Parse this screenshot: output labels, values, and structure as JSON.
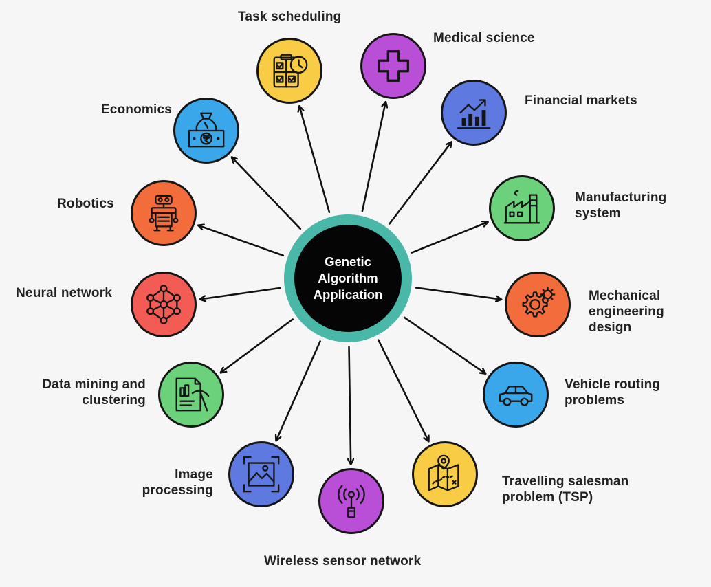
{
  "center": {
    "line1": "Genetic",
    "line2": "Algorithm",
    "line3": "Application"
  },
  "colors": {
    "hub_ring": "#49b8a8",
    "hub_fill": "#050505",
    "arrow": "#111111"
  },
  "applications": [
    {
      "label": "Task scheduling",
      "icon": "checklist-clock-icon",
      "color": "#f9cc45"
    },
    {
      "label": "Medical science",
      "icon": "medical-cross-icon",
      "color": "#b94fd6"
    },
    {
      "label": "Financial markets",
      "icon": "bar-chart-growth-icon",
      "color": "#5e79e0"
    },
    {
      "label": "Manufacturing system",
      "icon": "factory-icon",
      "color": "#6bd17b"
    },
    {
      "label": "Mechanical engineering design",
      "icon": "gear-icon",
      "color": "#f36c3b"
    },
    {
      "label": "Vehicle routing problems",
      "icon": "car-icon",
      "color": "#3aa7ea"
    },
    {
      "label": "Travelling salesman problem (TSP)",
      "icon": "map-route-icon",
      "color": "#f9cc45"
    },
    {
      "label": "Wireless sensor network",
      "icon": "wireless-sensor-icon",
      "color": "#b94fd6"
    },
    {
      "label": "Image processing",
      "icon": "image-frame-icon",
      "color": "#5e79e0"
    },
    {
      "label": "Data mining and clustering",
      "icon": "document-pickaxe-icon",
      "color": "#6bd17b"
    },
    {
      "label": "Neural network",
      "icon": "neural-network-icon",
      "color": "#f25c54"
    },
    {
      "label": "Robotics",
      "icon": "robot-icon",
      "color": "#f36c3b"
    },
    {
      "label": "Economics",
      "icon": "money-bag-icon",
      "color": "#3aa7ea"
    }
  ]
}
